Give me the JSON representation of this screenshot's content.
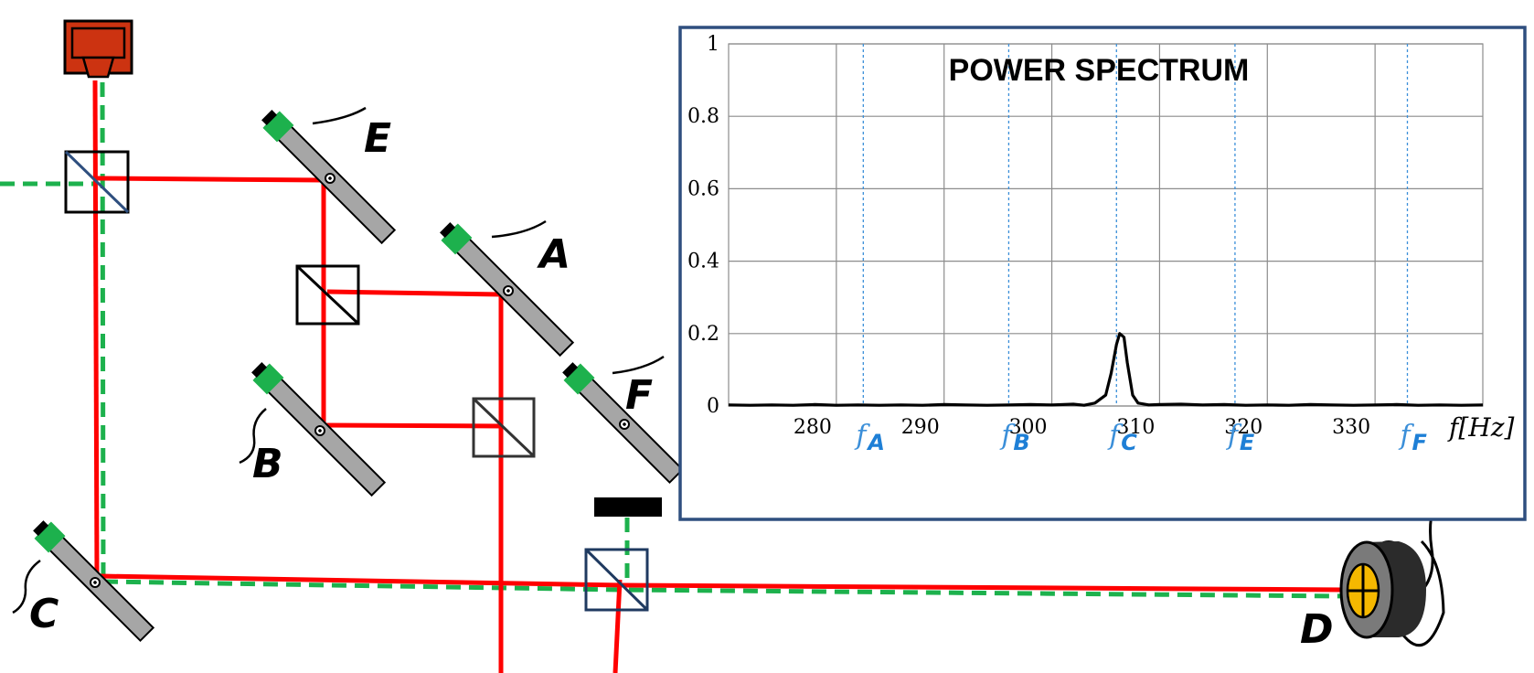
{
  "diagram": {
    "labels": {
      "A": "A",
      "B": "B",
      "C": "C",
      "D": "D",
      "E": "E",
      "F": "F"
    },
    "colors": {
      "laser": "#cc3311",
      "red_beam": "#ff0000",
      "green_beam": "#1db14d",
      "mirror": "#a6a6a6",
      "panel_border": "#2f4f7f",
      "frequency_marker": "#3b8fd9",
      "detector_ring": "#f5b800"
    }
  },
  "chart_data": {
    "type": "line",
    "title": "POWER SPECTRUM",
    "xlabel": "f[Hz]",
    "xlim": [
      270,
      340
    ],
    "ylim": [
      0,
      1
    ],
    "x_ticks": [
      280,
      290,
      300,
      310,
      320,
      330
    ],
    "x_tick_labels": [
      "280",
      "290",
      "300",
      "310",
      "320",
      "330"
    ],
    "y_ticks": [
      0,
      0.2,
      0.4,
      0.6,
      0.8,
      1
    ],
    "y_tick_labels": [
      "0",
      "0.2",
      "0.4",
      "0.6",
      "0.8",
      "1"
    ],
    "grid": true,
    "markers": [
      {
        "symbol": "f",
        "sub": "A",
        "x": 282.5
      },
      {
        "symbol": "f",
        "sub": "B",
        "x": 296
      },
      {
        "symbol": "f",
        "sub": "C",
        "x": 306
      },
      {
        "symbol": "f",
        "sub": "E",
        "x": 317
      },
      {
        "symbol": "f",
        "sub": "F",
        "x": 333
      }
    ],
    "series": [
      {
        "x": [
          270,
          272,
          274,
          276,
          278,
          280,
          282,
          284,
          286,
          288,
          290,
          292,
          294,
          296,
          298,
          300,
          302,
          303,
          304,
          305,
          305.5,
          306,
          306.3,
          306.7,
          307,
          307.5,
          308,
          309,
          310,
          312,
          314,
          316,
          318,
          320,
          322,
          324,
          326,
          328,
          330,
          332,
          334,
          336,
          338,
          340
        ],
        "y": [
          0.003,
          0.002,
          0.003,
          0.002,
          0.004,
          0.002,
          0.003,
          0.002,
          0.003,
          0.002,
          0.004,
          0.003,
          0.002,
          0.003,
          0.004,
          0.003,
          0.005,
          0.002,
          0.008,
          0.03,
          0.09,
          0.17,
          0.2,
          0.19,
          0.12,
          0.03,
          0.008,
          0.003,
          0.004,
          0.005,
          0.003,
          0.004,
          0.002,
          0.003,
          0.002,
          0.004,
          0.003,
          0.002,
          0.003,
          0.004,
          0.002,
          0.003,
          0.002,
          0.003
        ]
      }
    ]
  }
}
